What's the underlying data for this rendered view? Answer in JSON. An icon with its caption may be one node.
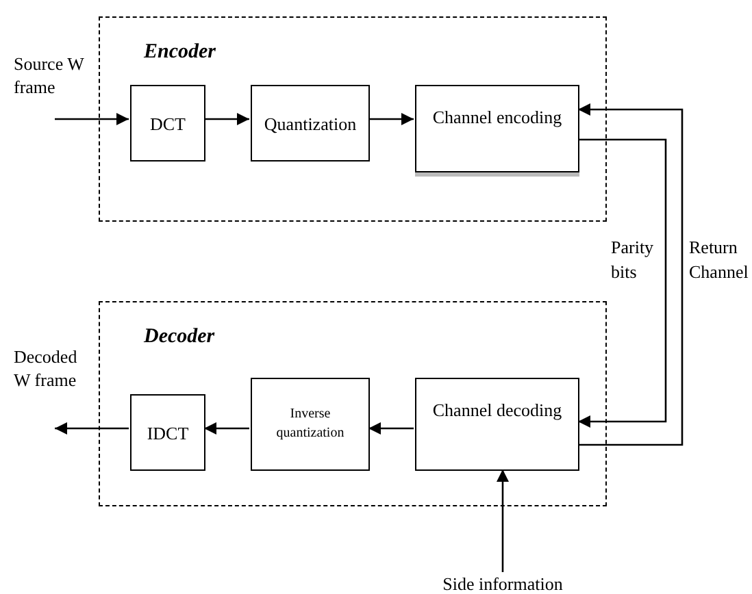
{
  "diagram": {
    "nodes": [
      {
        "text": [
          "Encoder"
        ]
      },
      {
        "text": [
          "DCT"
        ],
        "in": 0
      },
      {
        "text": [
          "Quantization"
        ],
        "in": 0
      },
      {
        "text": [
          "Channel encoding"
        ],
        "in": 0
      },
      {
        "text": [
          "Decoder"
        ]
      },
      {
        "text": [
          "IDCT"
        ],
        "in": 4
      },
      {
        "text": [
          "Inverse quantization"
        ],
        "in": 4
      },
      {
        "text": [
          "Channel decoding"
        ],
        "in": 4
      },
      {
        "text": [
          "Source W frame"
        ]
      },
      {
        "text": [
          "Decoded W frame"
        ]
      },
      {
        "text": [
          "Side information"
        ]
      }
    ],
    "edges": [
      {
        "from": 8,
        "to": 1,
        "arrow": "to"
      },
      {
        "from": 1,
        "to": 2,
        "arrow": "to"
      },
      {
        "from": 2,
        "to": 3,
        "arrow": "to"
      },
      {
        "from": 3,
        "to": 7,
        "arrow": "to",
        "label": "Parity bits"
      },
      {
        "from": 7,
        "to": 3,
        "arrow": "to",
        "label": "Return Channel"
      },
      {
        "from": 7,
        "to": 6,
        "arrow": "to"
      },
      {
        "from": 6,
        "to": 5,
        "arrow": "to"
      },
      {
        "from": 5,
        "to": 9,
        "arrow": "to"
      },
      {
        "from": 10,
        "to": 7,
        "arrow": "to"
      }
    ]
  }
}
